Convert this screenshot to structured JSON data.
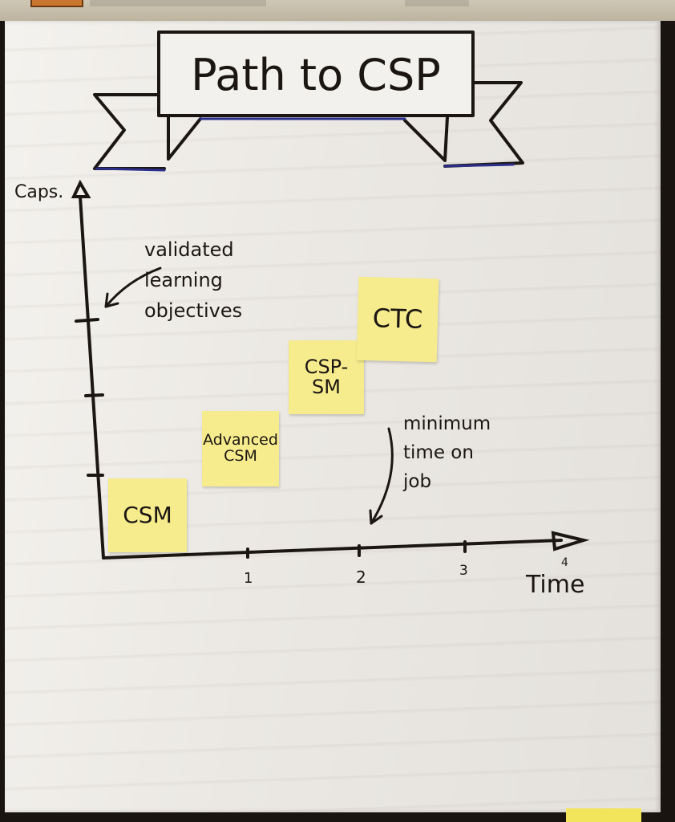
{
  "title": "Path to CSP",
  "axes": {
    "y_label": "Caps.",
    "x_label": "Time",
    "x_ticks": [
      "1",
      "2",
      "3",
      "4"
    ]
  },
  "annotations": {
    "learning": "validated\nlearning\nobjectives",
    "minimum": "minimum\ntime on\njob"
  },
  "sticky_notes": [
    {
      "label": "CSM"
    },
    {
      "label": "Advanced\nCSM"
    },
    {
      "label": "CSP-\nSM"
    },
    {
      "label": "CTC"
    }
  ],
  "colors": {
    "marker": "#1b1612",
    "sticky": "#f6ec8e",
    "banner_accent": "#2b2f8a"
  }
}
